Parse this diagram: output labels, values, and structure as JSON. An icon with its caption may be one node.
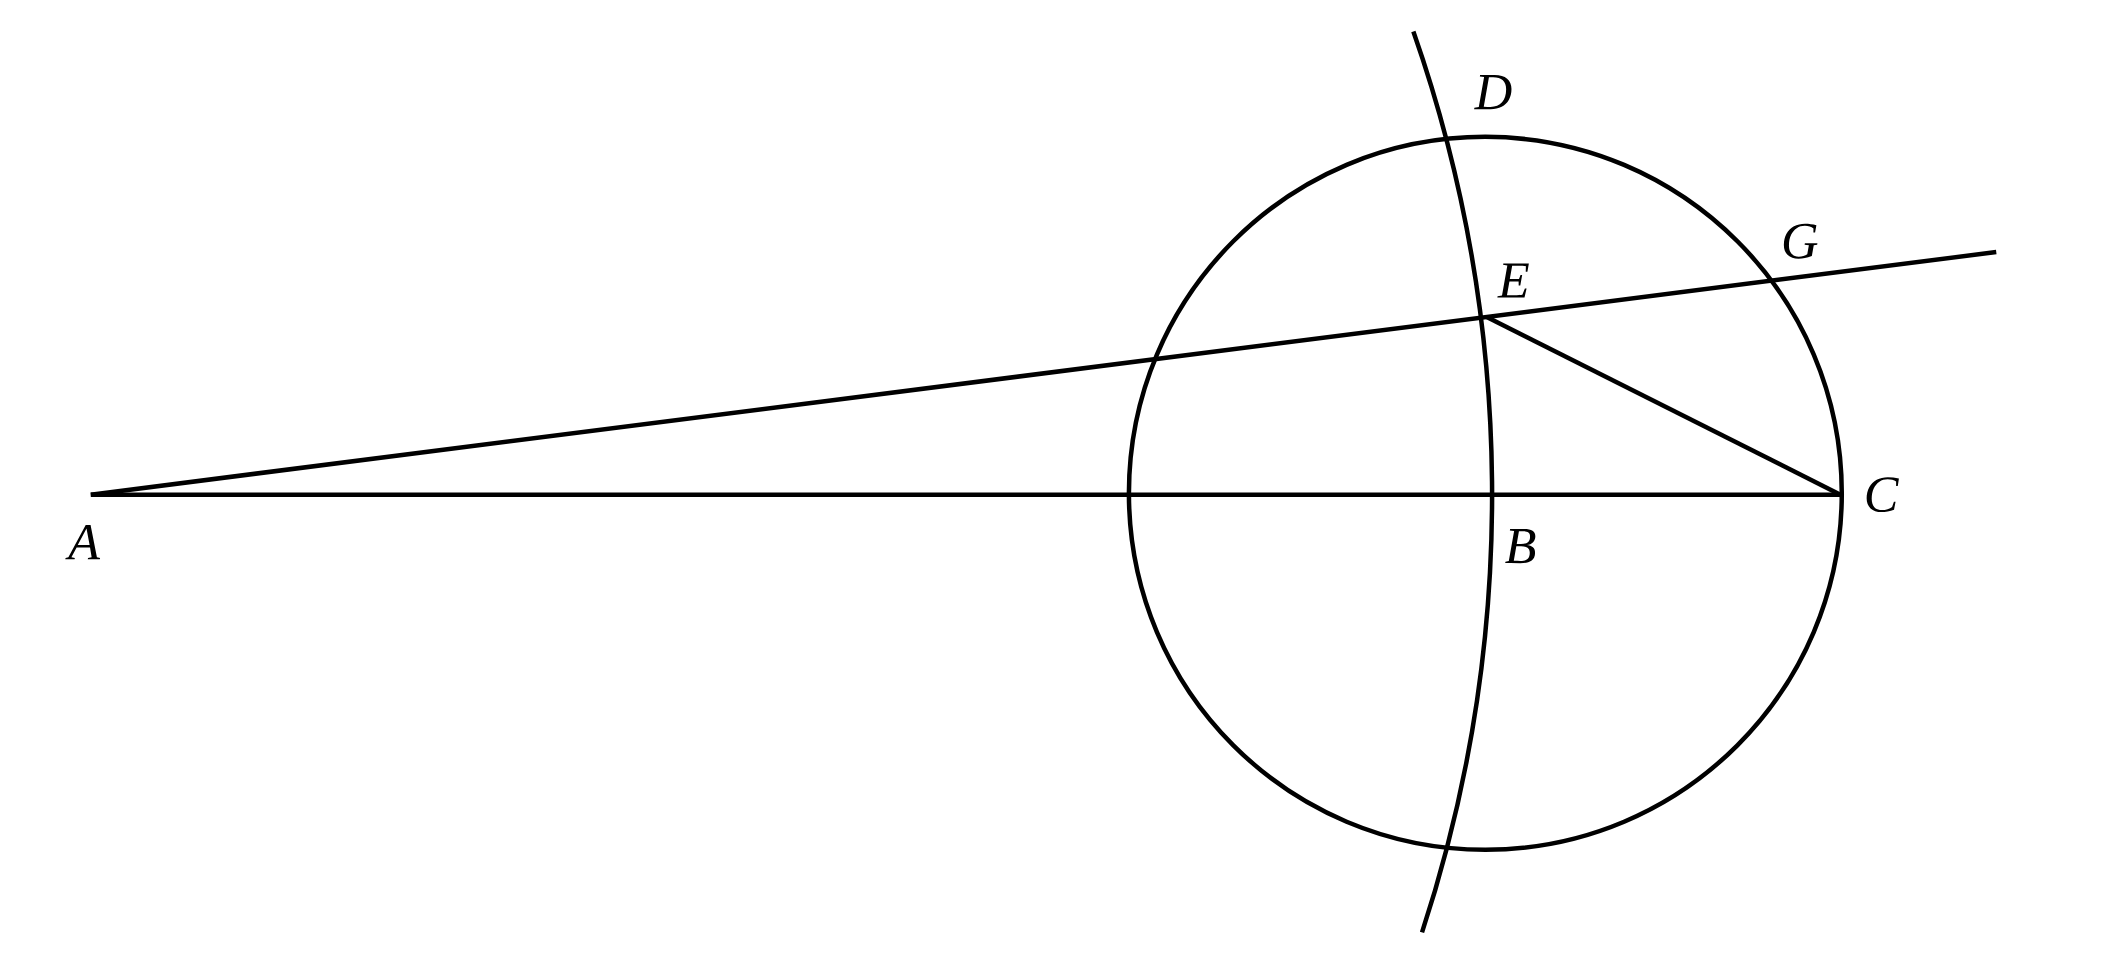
{
  "diagram": {
    "labels": [
      "D",
      "G",
      "E",
      "A",
      "C",
      "B"
    ]
  }
}
